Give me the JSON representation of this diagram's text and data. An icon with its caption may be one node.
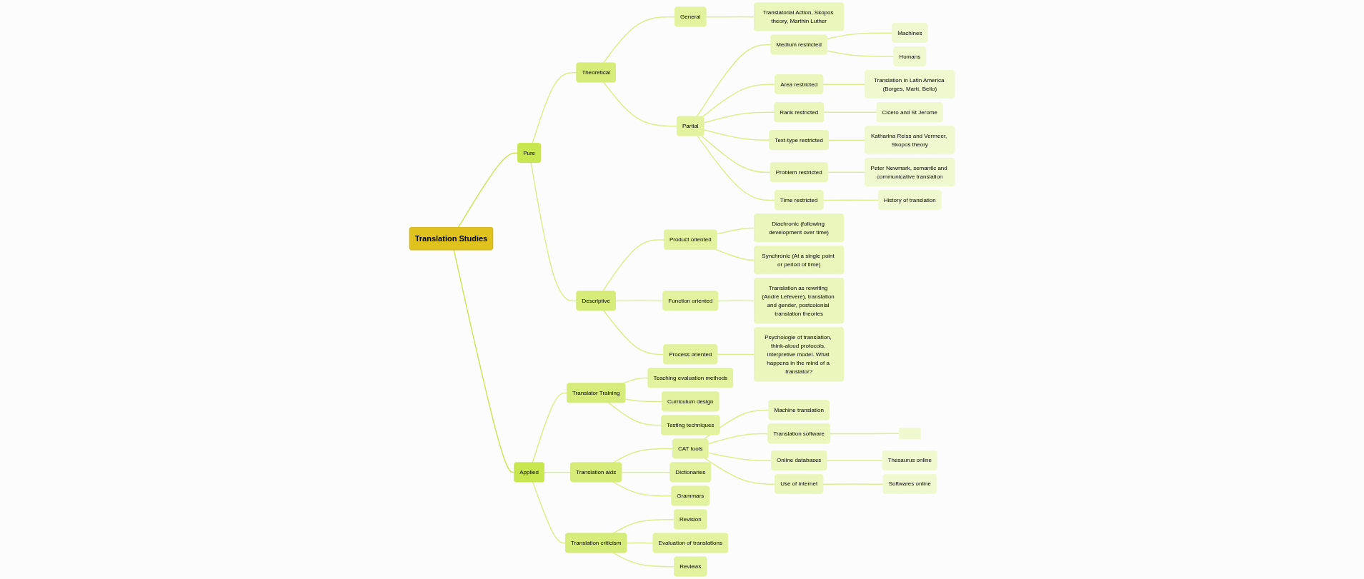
{
  "diagram": {
    "nodes": [
      {
        "text": [
          "Translation Studies"
        ]
      },
      {
        "text": [
          "Pure"
        ]
      },
      {
        "text": [
          "Theoretical"
        ]
      },
      {
        "text": [
          "General"
        ]
      },
      {
        "text": [
          "Translatorial Action, Skopos theory, Marthin Luther"
        ]
      },
      {
        "text": [
          "Partial"
        ]
      },
      {
        "text": [
          "Medium restricted"
        ]
      },
      {
        "text": [
          "Machines"
        ]
      },
      {
        "text": [
          "Humans"
        ]
      },
      {
        "text": [
          "Area restricted"
        ]
      },
      {
        "text": [
          "Translation in Latin America (Borges, Martí, Bello)"
        ]
      },
      {
        "text": [
          "Rank restricted"
        ]
      },
      {
        "text": [
          "Cicero and St Jerome"
        ]
      },
      {
        "text": [
          "Text-type restricted"
        ]
      },
      {
        "text": [
          "Katharina Reiss and Vermeer, Skopos theory"
        ]
      },
      {
        "text": [
          "Problem restricted"
        ]
      },
      {
        "text": [
          "Peter Newmark, semantic and communicative translation"
        ]
      },
      {
        "text": [
          "Time restricted"
        ]
      },
      {
        "text": [
          "History of translation"
        ]
      },
      {
        "text": [
          "Descriptive"
        ]
      },
      {
        "text": [
          "Product oriented"
        ]
      },
      {
        "text": [
          "Diachronic (following development over time)"
        ]
      },
      {
        "text": [
          "Synchronic (At a single point or period of time)"
        ]
      },
      {
        "text": [
          "Function oriented"
        ]
      },
      {
        "text": [
          "Translation as rewriting (André Lefevere), translation and gender, postcolonial translation theories"
        ]
      },
      {
        "text": [
          "Process oriented"
        ]
      },
      {
        "text": [
          "Psychologie of translation, think-aloud protocols, interpretive model. What happens in the mind of a translator?"
        ]
      },
      {
        "text": [
          "Applied"
        ]
      },
      {
        "text": [
          "Translator Training"
        ]
      },
      {
        "text": [
          "Teaching evaluation methods"
        ]
      },
      {
        "text": [
          "Curriculum design"
        ]
      },
      {
        "text": [
          "Testing techniques"
        ]
      },
      {
        "text": [
          "Translation aids"
        ]
      },
      {
        "text": [
          "CAT tools"
        ]
      },
      {
        "text": [
          "Machine translation"
        ]
      },
      {
        "text": [
          "Translation software"
        ]
      },
      {
        "text": [],
        "shape": "box"
      },
      {
        "text": [
          "Online databases"
        ]
      },
      {
        "text": [
          "Thesaurus online"
        ]
      },
      {
        "text": [
          "Use of internet"
        ]
      },
      {
        "text": [
          "Softwares online"
        ]
      },
      {
        "text": [
          "Dictionaries"
        ]
      },
      {
        "text": [
          "Grammars"
        ]
      },
      {
        "text": [
          "Translation criticism"
        ]
      },
      {
        "text": [
          "Revision"
        ]
      },
      {
        "text": [
          "Evaluation of translations"
        ]
      },
      {
        "text": [
          "Reviews"
        ]
      }
    ],
    "edges": [
      {
        "from": 0,
        "to": 1,
        "arrow": "none",
        "color": "#cfe45a"
      },
      {
        "from": 1,
        "to": 2,
        "arrow": "none"
      },
      {
        "from": 2,
        "to": 3,
        "arrow": "none"
      },
      {
        "from": 3,
        "to": 4,
        "arrow": "none"
      },
      {
        "from": 2,
        "to": 5,
        "arrow": "none"
      },
      {
        "from": 5,
        "to": 6,
        "arrow": "none"
      },
      {
        "from": 6,
        "to": 7,
        "arrow": "none"
      },
      {
        "from": 6,
        "to": 8,
        "arrow": "none"
      },
      {
        "from": 5,
        "to": 9,
        "arrow": "none"
      },
      {
        "from": 9,
        "to": 10,
        "arrow": "none"
      },
      {
        "from": 5,
        "to": 11,
        "arrow": "none"
      },
      {
        "from": 11,
        "to": 12,
        "arrow": "none"
      },
      {
        "from": 5,
        "to": 13,
        "arrow": "none"
      },
      {
        "from": 13,
        "to": 14,
        "arrow": "none"
      },
      {
        "from": 5,
        "to": 15,
        "arrow": "none"
      },
      {
        "from": 15,
        "to": 16,
        "arrow": "none"
      },
      {
        "from": 5,
        "to": 17,
        "arrow": "none"
      },
      {
        "from": 17,
        "to": 18,
        "arrow": "none"
      },
      {
        "from": 1,
        "to": 19,
        "arrow": "none"
      },
      {
        "from": 19,
        "to": 20,
        "arrow": "none"
      },
      {
        "from": 20,
        "to": 21,
        "arrow": "none"
      },
      {
        "from": 20,
        "to": 22,
        "arrow": "none"
      },
      {
        "from": 19,
        "to": 23,
        "arrow": "none"
      },
      {
        "from": 23,
        "to": 24,
        "arrow": "none"
      },
      {
        "from": 19,
        "to": 25,
        "arrow": "none"
      },
      {
        "from": 25,
        "to": 26,
        "arrow": "none"
      },
      {
        "from": 0,
        "to": 27,
        "arrow": "none",
        "color": "#cfe45a"
      },
      {
        "from": 27,
        "to": 28,
        "arrow": "none"
      },
      {
        "from": 28,
        "to": 29,
        "arrow": "none"
      },
      {
        "from": 28,
        "to": 30,
        "arrow": "none"
      },
      {
        "from": 28,
        "to": 31,
        "arrow": "none"
      },
      {
        "from": 27,
        "to": 32,
        "arrow": "none"
      },
      {
        "from": 32,
        "to": 33,
        "arrow": "none"
      },
      {
        "from": 33,
        "to": 34,
        "arrow": "none"
      },
      {
        "from": 33,
        "to": 35,
        "arrow": "none"
      },
      {
        "from": 35,
        "to": 36,
        "arrow": "none"
      },
      {
        "from": 33,
        "to": 37,
        "arrow": "none"
      },
      {
        "from": 37,
        "to": 38,
        "arrow": "none"
      },
      {
        "from": 33,
        "to": 39,
        "arrow": "none"
      },
      {
        "from": 39,
        "to": 40,
        "arrow": "none"
      },
      {
        "from": 32,
        "to": 41,
        "arrow": "none"
      },
      {
        "from": 32,
        "to": 42,
        "arrow": "none"
      },
      {
        "from": 27,
        "to": 43,
        "arrow": "none"
      },
      {
        "from": 43,
        "to": 44,
        "arrow": "none"
      },
      {
        "from": 43,
        "to": 45,
        "arrow": "none"
      },
      {
        "from": 43,
        "to": 46,
        "arrow": "none"
      }
    ]
  }
}
